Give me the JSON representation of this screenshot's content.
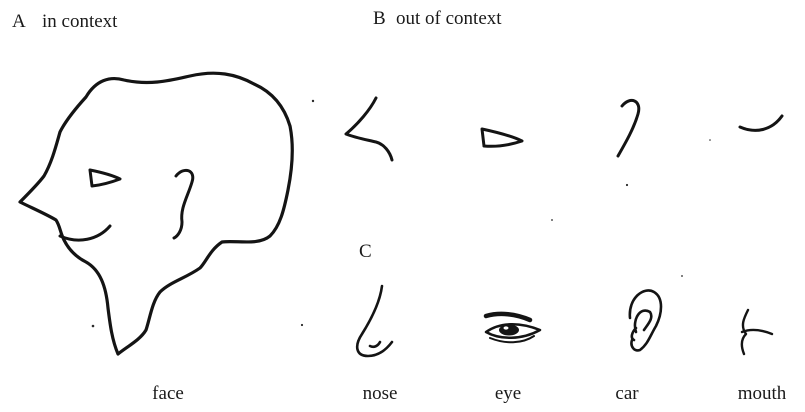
{
  "panels": {
    "a_letter": "A",
    "a_title": "in context",
    "b_letter": "B",
    "b_title": "out of context",
    "c_letter": "C"
  },
  "captions": {
    "face": "face",
    "nose": "nose",
    "eye": "eye",
    "ear": "car",
    "mouth": "mouth"
  }
}
